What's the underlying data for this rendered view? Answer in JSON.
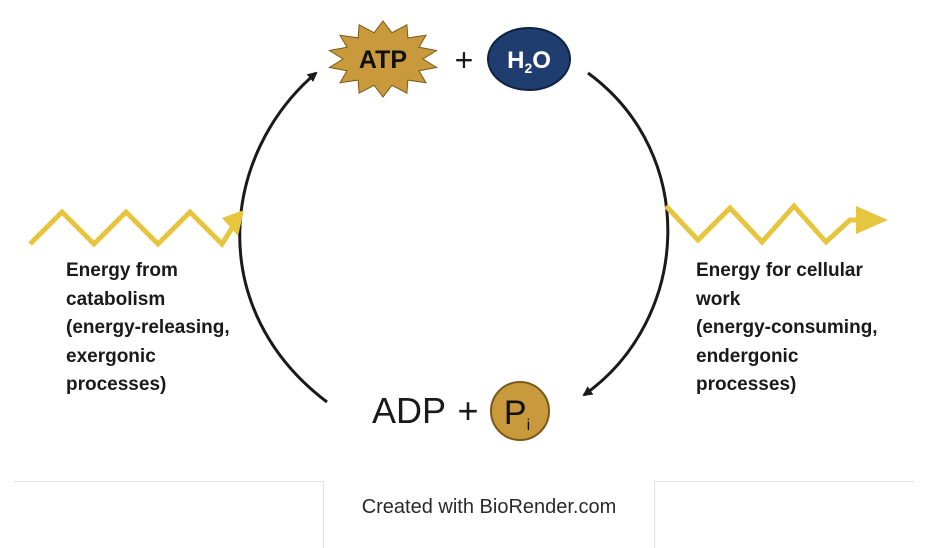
{
  "top": {
    "atp_label": "ATP",
    "plus": "+",
    "water": {
      "main": "H",
      "sub": "2",
      "tail": "O"
    }
  },
  "bottom": {
    "adp_label": "ADP",
    "plus": "+",
    "pi": {
      "main": "P",
      "sub": "i"
    }
  },
  "left_text": {
    "lines": [
      "Energy from",
      "catabolism",
      "(energy-releasing,",
      "exergonic",
      "processes)"
    ]
  },
  "right_text": {
    "lines": [
      "Energy for cellular",
      "work",
      "(energy-consuming,",
      "endergonic",
      "processes)"
    ]
  },
  "footer": {
    "text": "Created with BioRender.com"
  },
  "colors": {
    "atp_fill": "#c89a3c",
    "water_fill": "#1f3d6e",
    "pi_fill": "#c89a3c",
    "zigzag": "#e6c53f",
    "arrow": "#1a1a1a"
  },
  "icons": {
    "atp": "starburst-badge",
    "water": "oval-badge",
    "pi": "circle-badge",
    "energy_in": "zigzag-arrow-right",
    "energy_out": "zigzag-arrow-right",
    "cycle_arrows": "curved-arrow"
  }
}
